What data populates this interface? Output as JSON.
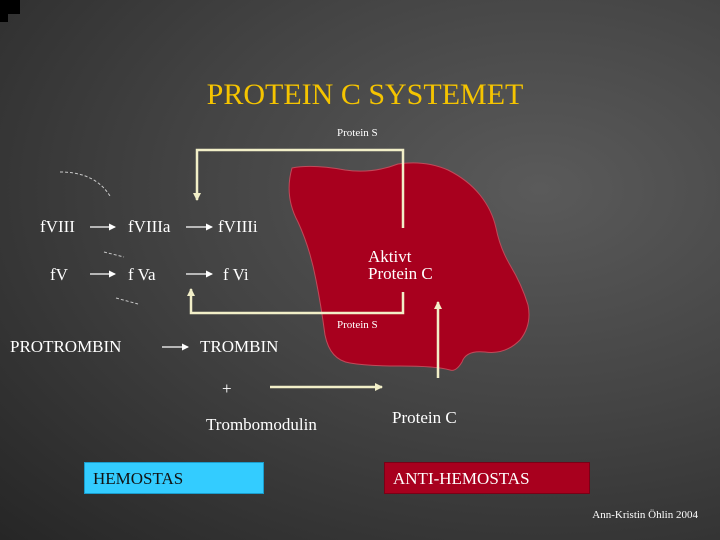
{
  "slide": {
    "title": "PROTEIN C SYSTEMET",
    "credit": "Ann-Kristin Öhlin 2004"
  },
  "labels": {
    "protein_s_top": "Protein S",
    "protein_s_bottom": "Protein S",
    "fviii": "fVIII",
    "fviiia": "fVIIIa",
    "fviiii": "fVIIIi",
    "fv": "fV",
    "fva": "f Va",
    "fvi": "f Vi",
    "protrombin": "PROTROMBIN",
    "trombin": "TROMBIN",
    "plus": "+",
    "trombomodulin": "Trombomodulin",
    "aktivt": "Aktivt",
    "protein_c_active": "Protein C",
    "protein_c": "Protein C"
  },
  "boxes": {
    "hemostas": "HEMOSTAS",
    "anti_hemostas": "ANTI-HEMOSTAS"
  },
  "colors": {
    "title": "#f5c400",
    "blob_fill": "#a8001e",
    "hemostas_box": "#33ccff",
    "anti_hemostas_box": "#a8001e",
    "arrow_line": "#f2efc8"
  }
}
